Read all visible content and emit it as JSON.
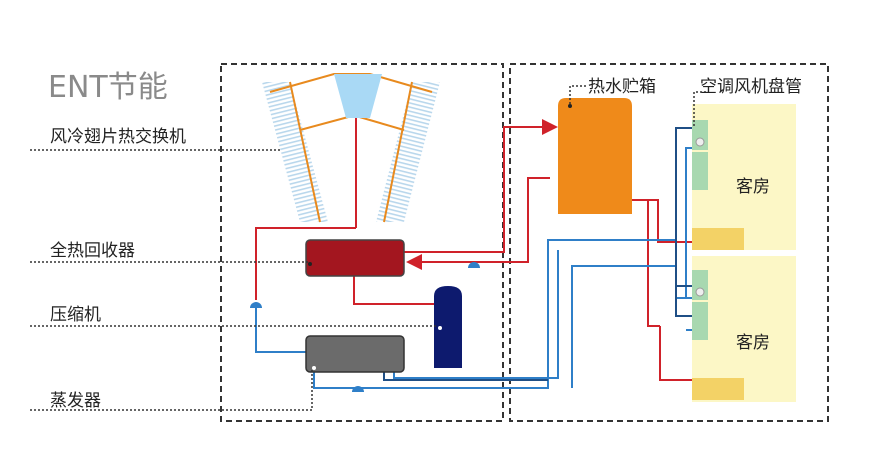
{
  "brand": "ENT节能",
  "labels": {
    "coil_heat_exchanger": "风冷翅片热交换机",
    "heat_recovery": "全热回收器",
    "compressor": "压缩机",
    "evaporator": "蒸发器",
    "hot_water_tank": "热水贮箱",
    "fan_coil": "空调风机盘管"
  },
  "rooms": [
    "客房",
    "客房"
  ],
  "colors": {
    "hot_pipe": "#d0222a",
    "cold_pipe": "#2f7fc8",
    "dark_pipe": "#1f4f86",
    "orange_pipe": "#e88a1e",
    "tank": "#ef8a1a",
    "heat_recovery": "#a3161f",
    "compressor": "#0d1a6e",
    "evaporator": "#6b6b6b",
    "room": "#fcf7c6",
    "room_unit": "#f3d266",
    "coil_fins": "#b9d7ec",
    "fan": "#a9d9f5",
    "fan_coil_unit": "#a8d8b0"
  }
}
